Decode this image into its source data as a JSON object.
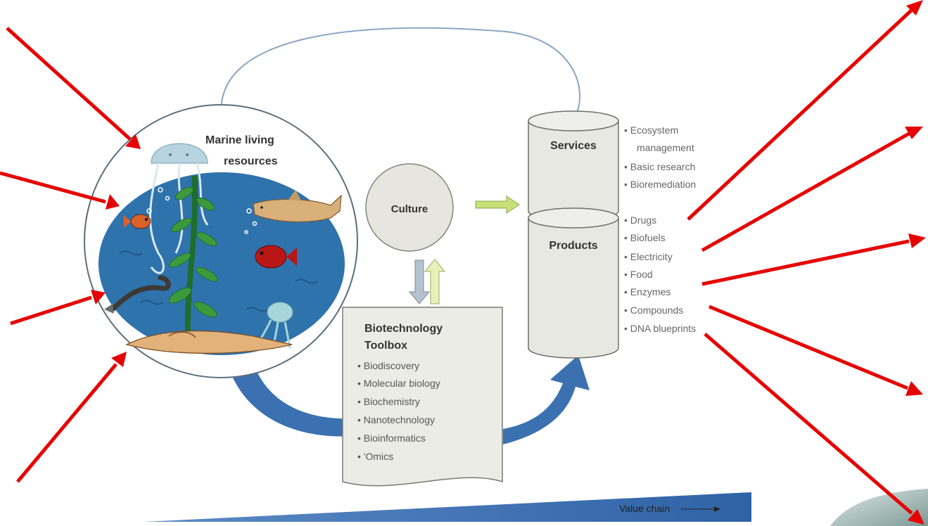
{
  "resources": {
    "title_line1": "Marine living",
    "title_line2": "resources"
  },
  "culture": {
    "label": "Culture"
  },
  "services": {
    "label": "Services",
    "items": [
      "• Ecosystem",
      "management",
      "• Basic research",
      "• Bioremediation"
    ]
  },
  "products": {
    "label": "Products",
    "items": [
      "• Drugs",
      "• Biofuels",
      "• Electricity",
      "• Food",
      "• Enzymes",
      "• Compounds",
      "• DNA blueprints"
    ]
  },
  "toolbox": {
    "title_line1": "Biotechnology",
    "title_line2": "Toolbox",
    "items": [
      "• Biodiscovery",
      "• Molecular biology",
      "• Biochemistry",
      "• Nanotechnology",
      "• Bioinformatics",
      "• 'Omics"
    ]
  },
  "value_chain": {
    "label": "Value chain"
  },
  "colors": {
    "arrow_red": "#e60000",
    "ocean_blue": "#2f73ad",
    "flow_blue": "#3b71b0",
    "cylinder_fill": "#e8e8e2",
    "culture_fill": "#e6e6de",
    "green_arrow": "#c6e07a"
  }
}
